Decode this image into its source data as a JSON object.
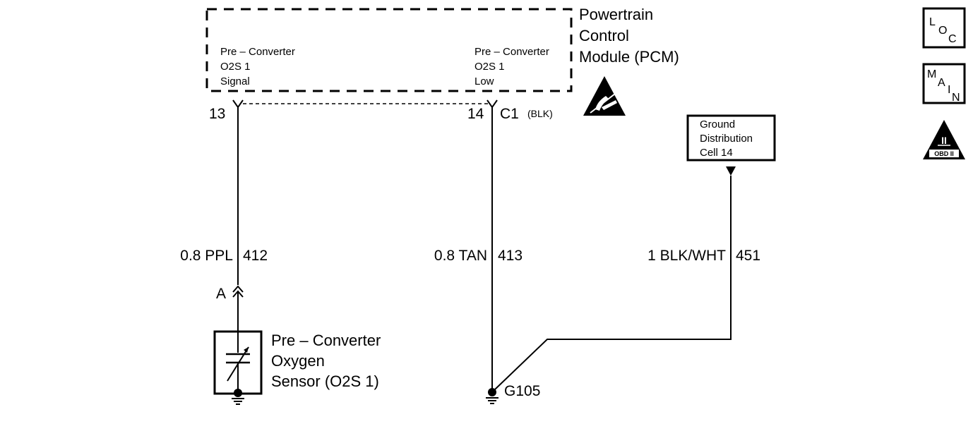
{
  "pcm": {
    "title_lines": [
      "Powertrain",
      "Control",
      "Module (PCM)"
    ],
    "pin_left_label": [
      "Pre – Converter",
      "O2S 1",
      "Signal"
    ],
    "pin_right_label": [
      "Pre – Converter",
      "O2S 1",
      "Low"
    ],
    "pin_left_number": "13",
    "pin_right_number": "14",
    "connector_id": "C1",
    "connector_color": "(BLK)"
  },
  "wires": {
    "signal": {
      "gauge_color": "0.8 PPL",
      "circuit": "412"
    },
    "low": {
      "gauge_color": "0.8 TAN",
      "circuit": "413"
    },
    "ground": {
      "gauge_color": "1 BLK/WHT",
      "circuit": "451"
    }
  },
  "ground_distribution": {
    "lines": [
      "Ground",
      "Distribution",
      "Cell 14"
    ]
  },
  "sensor": {
    "lines": [
      "Pre – Converter",
      "Oxygen",
      "Sensor (O2S 1)"
    ],
    "connector_label": "A"
  },
  "ground_point": {
    "label": "G105"
  },
  "side_icons": {
    "loc": {
      "letters": [
        "L",
        "O",
        "C"
      ]
    },
    "main": {
      "letters": [
        "M",
        "A",
        "I",
        "N"
      ]
    },
    "obd": {
      "mark": "II",
      "label": "OBD II"
    }
  }
}
